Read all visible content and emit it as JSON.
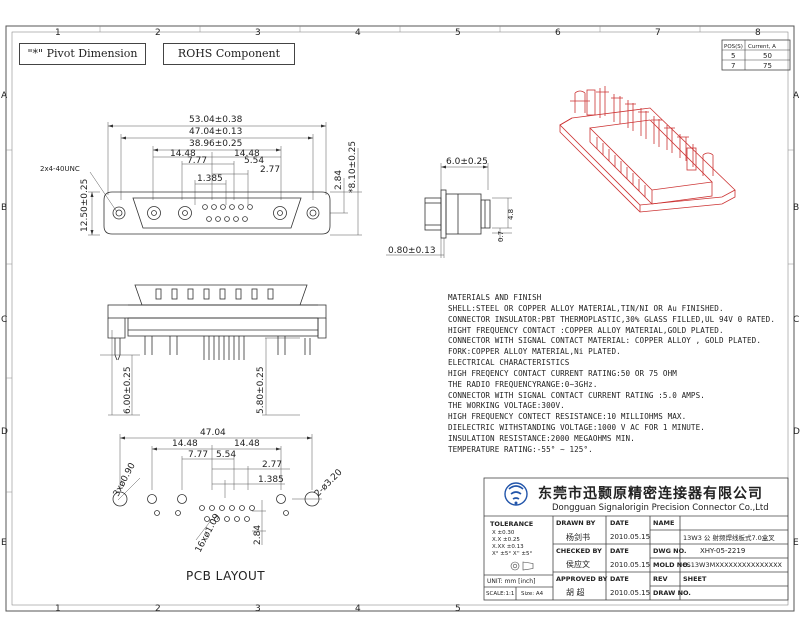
{
  "notes_header": {
    "pivot": "\"*\" Pivot Dimension",
    "rohs": "ROHS Component"
  },
  "pin_table": {
    "header": [
      "POS(S)",
      "Current, A"
    ],
    "rows": [
      [
        "5",
        "50"
      ],
      [
        "7",
        "75"
      ]
    ]
  },
  "border_labels": {
    "left": [
      "A",
      "B",
      "C",
      "D",
      "E"
    ],
    "top": [
      "1",
      "2",
      "3",
      "4",
      "5",
      "6",
      "7",
      "8"
    ]
  },
  "front_view": {
    "dims": [
      "53.04±0.38",
      "47.04±0.13",
      "38.96±0.25",
      "14.48",
      "14.48",
      "7.77",
      "5.54",
      "2.77",
      "1.385"
    ],
    "thread": "2x4-40UNC",
    "height": "12.50±0.25",
    "right": [
      "2.84",
      "*8.10±0.25"
    ]
  },
  "side_view": {
    "top": "6.0±0.25",
    "bottom": "0.80±0.13",
    "right": [
      "4.8",
      "0.7"
    ]
  },
  "lower_view": {
    "left": "6.00±0.25",
    "right": "5.80±0.25"
  },
  "pcb": {
    "dims": [
      "47.04",
      "14.48",
      "14.48",
      "7.77",
      "5.54",
      "2.77",
      "1.385"
    ],
    "left_hole": "3xø0.90",
    "right_hole": "2-ø3.20",
    "pins": "16xø1.09",
    "height": "2.84",
    "label": "PCB LAYOUT"
  },
  "spec_notes": [
    "MATERIALS AND FINISH",
    "SHELL:STEEL OR COPPER ALLOY MATERIAL,TIN/NI OR Au FINISHED.",
    "CONNECTOR INSULATOR:PBT THERMOPLASTIC,30% GLASS FILLED,UL 94V 0 RATED.",
    "HIGHT FREQUENCY CONTACT :COPPER ALLOY MATERIAL,GOLD PLATED.",
    "CONNECTOR WITH SIGNAL CONTACT MATERIAL: COPPER ALLOY , GOLD PLATED.",
    "FORK:COPPER ALLOY MATERIAL,Ni PLATED.",
    "ELECTRICAL CHARACTERISTICS",
    "HIGH FREQENCY CONTACT CURRENT RATING:50 OR 75 OHM",
    "THE RADIO FREQUENCYRANGE:0~3GHz.",
    "CONNECTOR WITH SIGNAL CONTACT CURRENT RATING :5.0 AMPS.",
    "THE WORKING VOLTAGE:300V.",
    "HIGH FREQUENCY CONTECT RESISTANCE:10 MILLIOHMS MAX.",
    "DIELECTRIC WITHSTANDING VOLTAGE:1000 V AC FOR 1 MINUTE.",
    "INSULATION RESISTANCE:2000 MEGAOHMS MIN.",
    "TEMPERATURE RATING:-55° ~ 125°."
  ],
  "title_block": {
    "company_cn": "东莞市迅颢原精密连接器有限公司",
    "company_en": "Dongguan Signalorigin Precision Connector Co.,Ltd",
    "tolerance_title": "TOLERANCE",
    "tolerance_rows": [
      "X    ±0.30",
      "X.X  ±0.25",
      "X.XX ±0.13",
      "X° ±5°   X'' ±5°"
    ],
    "unit": "UNIT: mm [inch]",
    "scale": "SCALE:1:1",
    "size": "Size: A4",
    "drawn_by": "DRAWN BY",
    "drawn_name": "杨剑书",
    "checked_by": "CHECKED BY",
    "checked_name": "侯应文",
    "approved_by": "APPROVED BY",
    "approved_name": "胡 超",
    "date_label": "DATE",
    "date_value": "2010.05.15",
    "name_label": "NAME",
    "name_value": "13W3 公 射频焊线板式7.0盒叉",
    "dwg_label": "DWG NO.",
    "dwg_value": "XHY-05-2219",
    "mold_label": "MOLD NO.",
    "mold_value": "FS13W3MXXXXXXXXXXXXXXX",
    "rev_label": "REV",
    "sheet_label": "SHEET",
    "draw_label": "DRAW NO."
  }
}
